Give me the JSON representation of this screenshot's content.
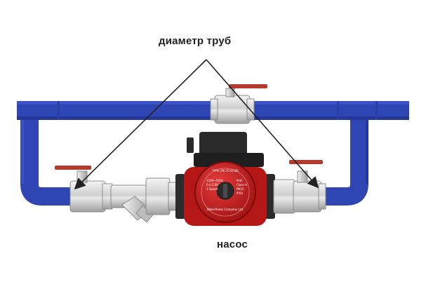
{
  "labels": {
    "pipe_diameter": "диаметр труб",
    "pump": "насос"
  },
  "pump_nameplate": {
    "model": "TYPE LPA 25-6/180",
    "brand": "WaterPump Company Ltd.",
    "lines": [
      "230V~50Hz",
      "0.4-1.0A",
      "3 Speed",
      "IP44",
      "Class H",
      "PN10",
      "IPX4"
    ]
  },
  "colors": {
    "pipe": "#2f45b3",
    "pipe_dark": "#25389a",
    "pump_body": "#c81d1d",
    "valve_handle": "#b23a2e",
    "arrow": "#222222",
    "fitting": "#d9d9d9"
  },
  "icons": [
    "ball-valve-icon",
    "y-strainer-icon",
    "circulation-pump-icon",
    "arrow-icon"
  ]
}
